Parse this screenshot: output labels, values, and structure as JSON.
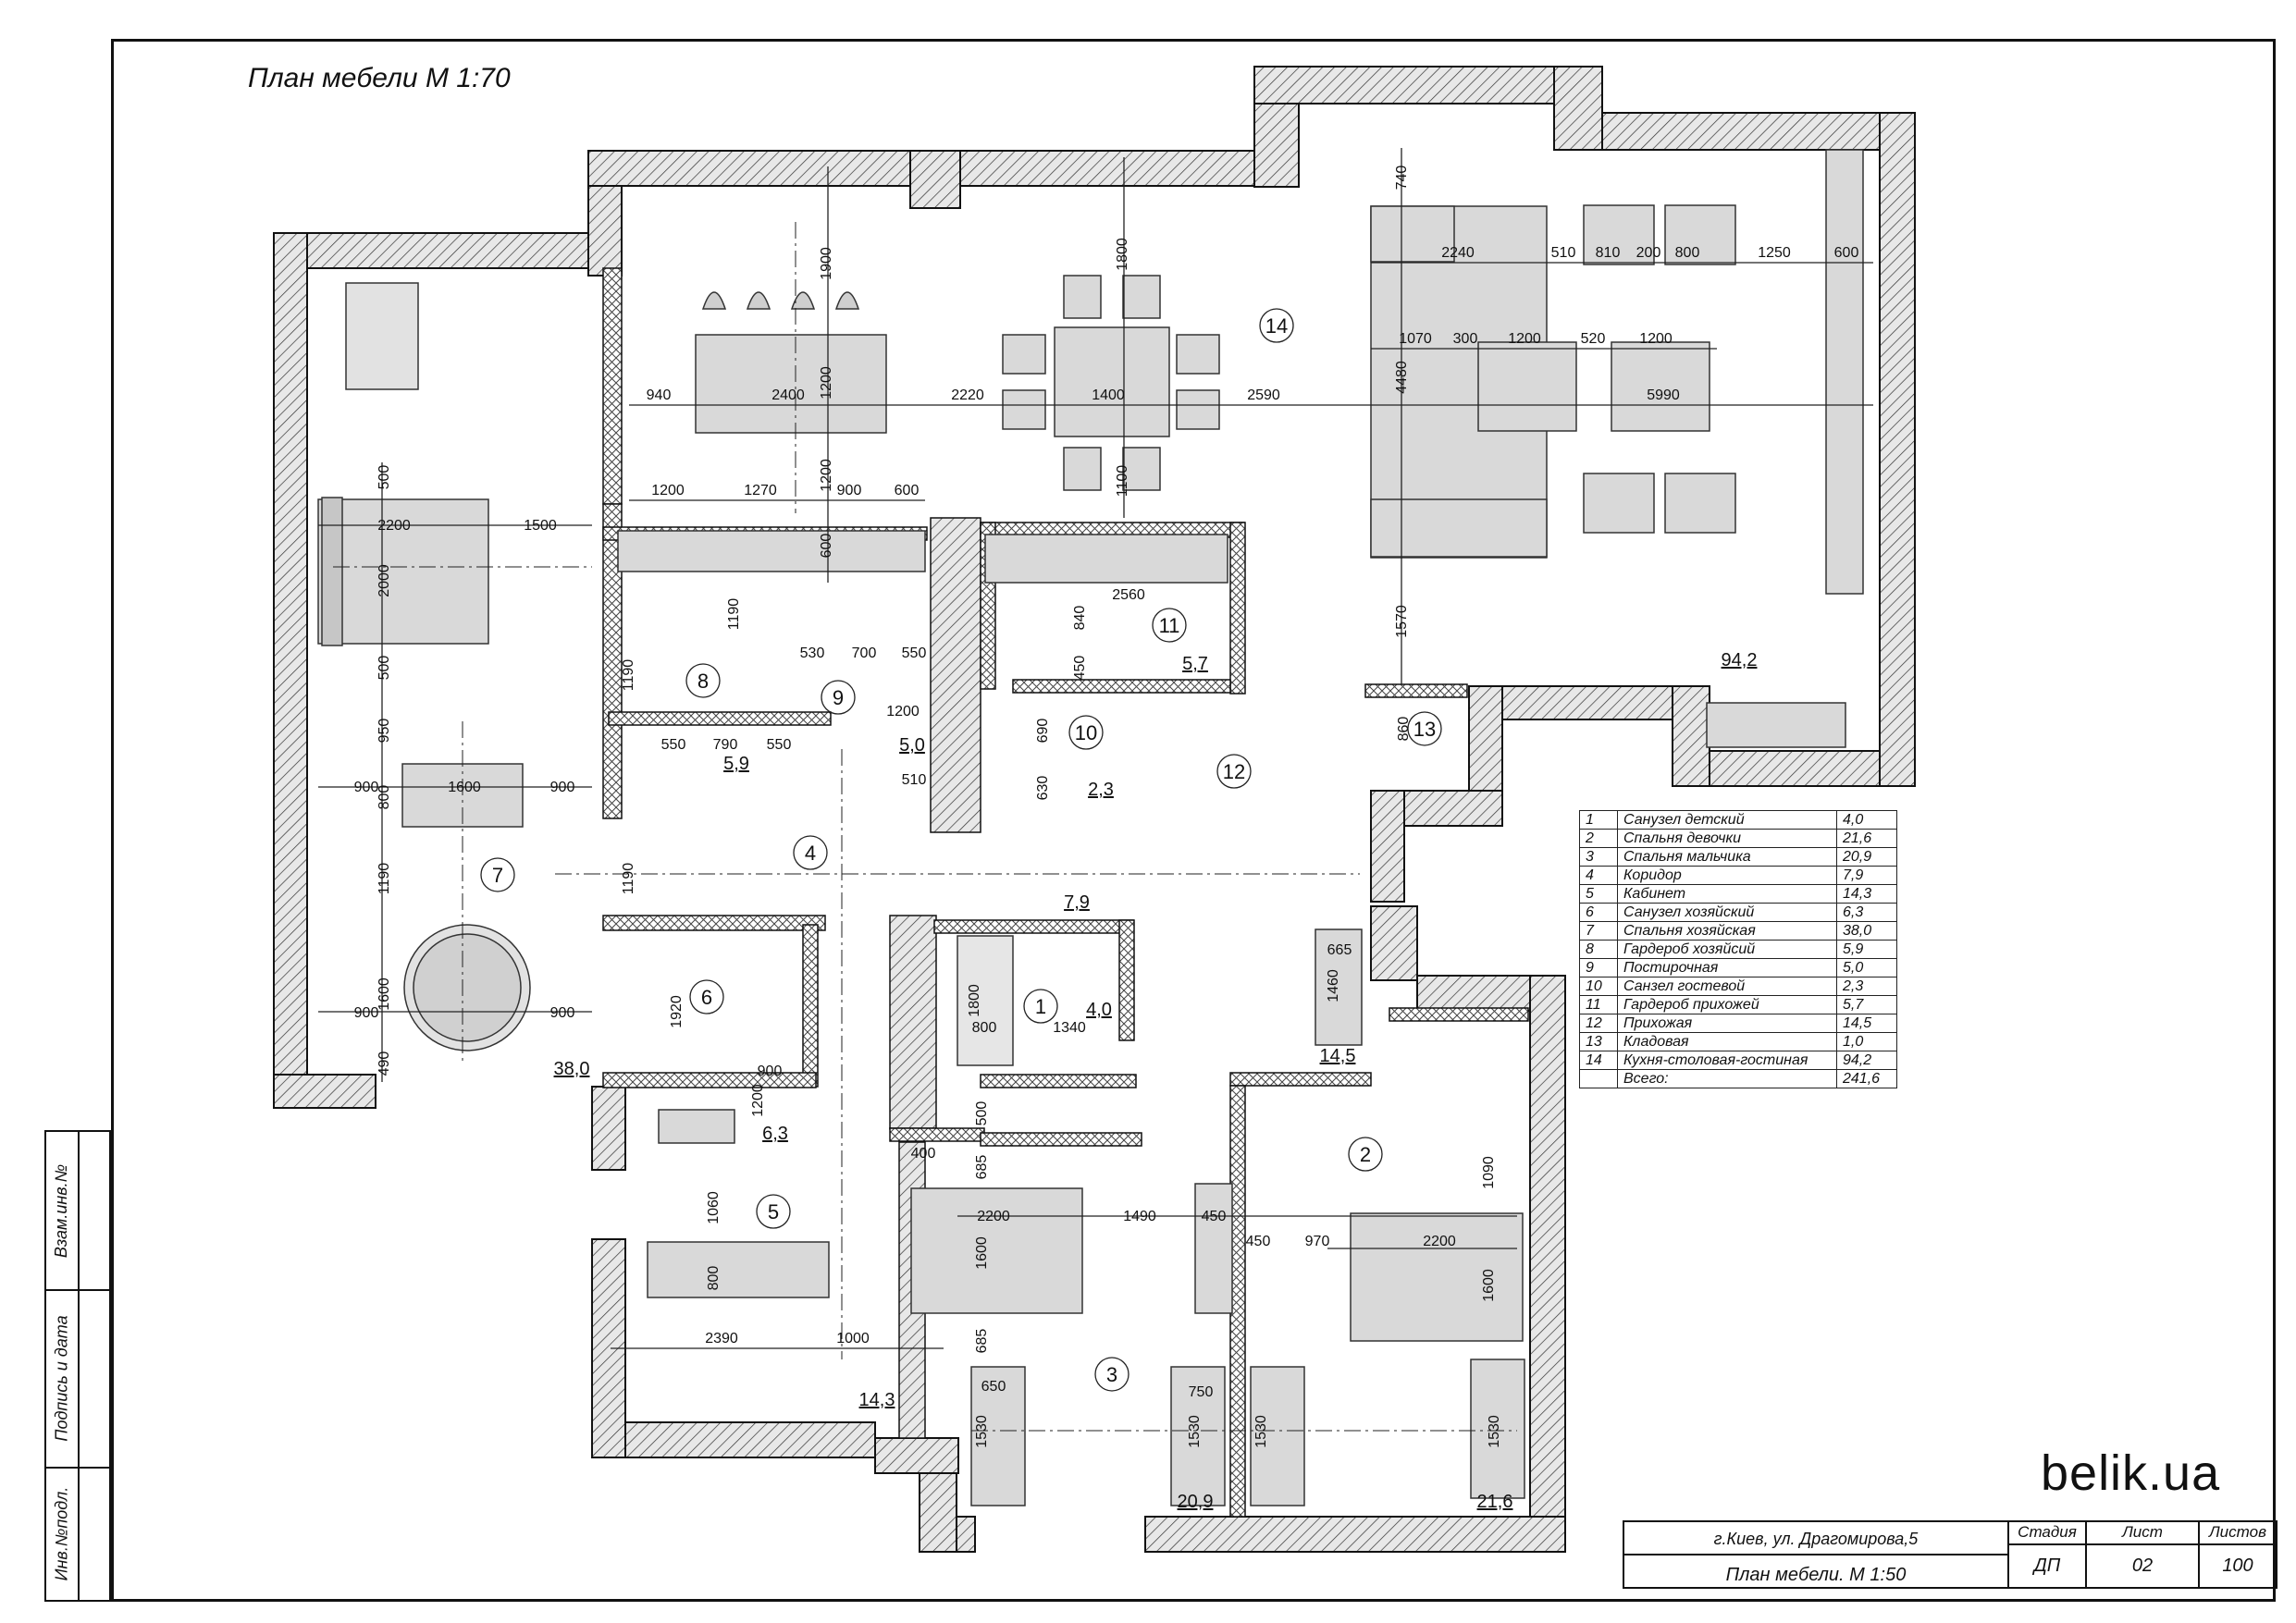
{
  "drawing": {
    "title": "План мебели М 1:70",
    "logo": "belik.ua",
    "address": "г.Киев, ул. Драгомирова,5",
    "sheet_title": "План мебели. М 1:50",
    "stamp_headers": {
      "stage": "Стадия",
      "sheet": "Лист",
      "sheets": "Листов"
    },
    "stamp_values": {
      "stage": "ДП",
      "sheet": "02",
      "sheets": "100"
    },
    "side_labels": [
      "Взам.инв.№",
      "Подпись и дата",
      "Инв.№подл."
    ]
  },
  "rooms": [
    {
      "n": "1",
      "name": "Санузел детский",
      "area": "4,0"
    },
    {
      "n": "2",
      "name": "Спальня девочки",
      "area": "21,6"
    },
    {
      "n": "3",
      "name": "Спальня мальчика",
      "area": "20,9"
    },
    {
      "n": "4",
      "name": "Коридор",
      "area": "7,9"
    },
    {
      "n": "5",
      "name": "Кабинет",
      "area": "14,3"
    },
    {
      "n": "6",
      "name": "Санузел хозяйский",
      "area": "6,3"
    },
    {
      "n": "7",
      "name": "Спальня хозяйская",
      "area": "38,0"
    },
    {
      "n": "8",
      "name": "Гардероб хозяйсий",
      "area": "5,9"
    },
    {
      "n": "9",
      "name": "Постирочная",
      "area": "5,0"
    },
    {
      "n": "10",
      "name": "Санзел гостевой",
      "area": "2,3"
    },
    {
      "n": "11",
      "name": "Гардероб прихожей",
      "area": "5,7"
    },
    {
      "n": "12",
      "name": "Прихожая",
      "area": "14,5"
    },
    {
      "n": "13",
      "name": "Кладовая",
      "area": "1,0"
    },
    {
      "n": "14",
      "name": "Кухня-столовая-гостиная",
      "area": "94,2"
    }
  ],
  "total": {
    "label": "Всего:",
    "area": "241,6"
  },
  "dims": {
    "d940": "940",
    "d2400": "2400",
    "d2220": "2220",
    "d1400": "1400",
    "d2590": "2590",
    "d5990": "5990",
    "d1900": "1900",
    "d1800": "1800",
    "d1200a": "1200",
    "d1100": "1100",
    "d4480": "4480",
    "d740": "740",
    "d2240": "2240",
    "d510": "510",
    "d810": "810",
    "d200": "200",
    "d800a": "800",
    "d1250": "1250",
    "d600a": "600",
    "d1070": "1070",
    "d300": "300",
    "d1200b": "1200",
    "d520": "520",
    "d1200c": "1200",
    "d1200d": "1200",
    "d1270": "1270",
    "d1200e": "1200",
    "d900a": "900",
    "d600b": "600",
    "d500a": "500",
    "d2200a": "2200",
    "d1500": "1500",
    "d2000": "2000",
    "d500b": "500",
    "d950": "950",
    "d900b": "900",
    "d1600a": "1600",
    "d900c": "900",
    "d800b": "800",
    "d1190a": "1190",
    "d900d": "900",
    "d1600b": "1600",
    "d900e": "900",
    "d490": "490",
    "d1190b": "1190",
    "d550a": "550",
    "d790": "790",
    "d550b": "550",
    "d1190c": "1190",
    "d1190d": "1190",
    "d530": "530",
    "d700": "700",
    "d550c": "550",
    "d1200f": "1200",
    "d510b": "510",
    "d600c": "600",
    "d2560": "2560",
    "d840": "840",
    "d450a": "450",
    "d1570": "1570",
    "d860": "860",
    "d690": "690",
    "d630": "630",
    "d665": "665",
    "d1460": "1460",
    "d1920": "1920",
    "d900f": "900",
    "d1200g": "1200",
    "d1060": "1060",
    "d800c": "800",
    "d2390": "2390",
    "d1000": "1000",
    "d1800b": "1800",
    "d800d": "800",
    "d1340": "1340",
    "d500c": "500",
    "d400": "400",
    "d685a": "685",
    "d2200b": "2200",
    "d1600c": "1600",
    "d1490": "1490",
    "d450b": "450",
    "d450c": "450",
    "d970": "970",
    "d2200c": "2200",
    "d1090": "1090",
    "d1600d": "1600",
    "d685b": "685",
    "d650": "650",
    "d1530a": "1530",
    "d750": "750",
    "d1530b": "1530",
    "d1530c": "1530",
    "d1530d": "1530"
  },
  "areas": {
    "a942": "94,2",
    "a380": "38,0",
    "a59": "5,9",
    "a50": "5,0",
    "a57": "5,7",
    "a23": "2,3",
    "a79": "7,9",
    "a145": "14,5",
    "a40": "4,0",
    "a63": "6,3",
    "a143": "14,3",
    "a209": "20,9",
    "a216": "21,6"
  },
  "room_numbers": {
    "r1": "1",
    "r2": "2",
    "r3": "3",
    "r4": "4",
    "r5": "5",
    "r6": "6",
    "r7": "7",
    "r8": "8",
    "r9": "9",
    "r10": "10",
    "r11": "11",
    "r12": "12",
    "r13": "13",
    "r14": "14"
  }
}
